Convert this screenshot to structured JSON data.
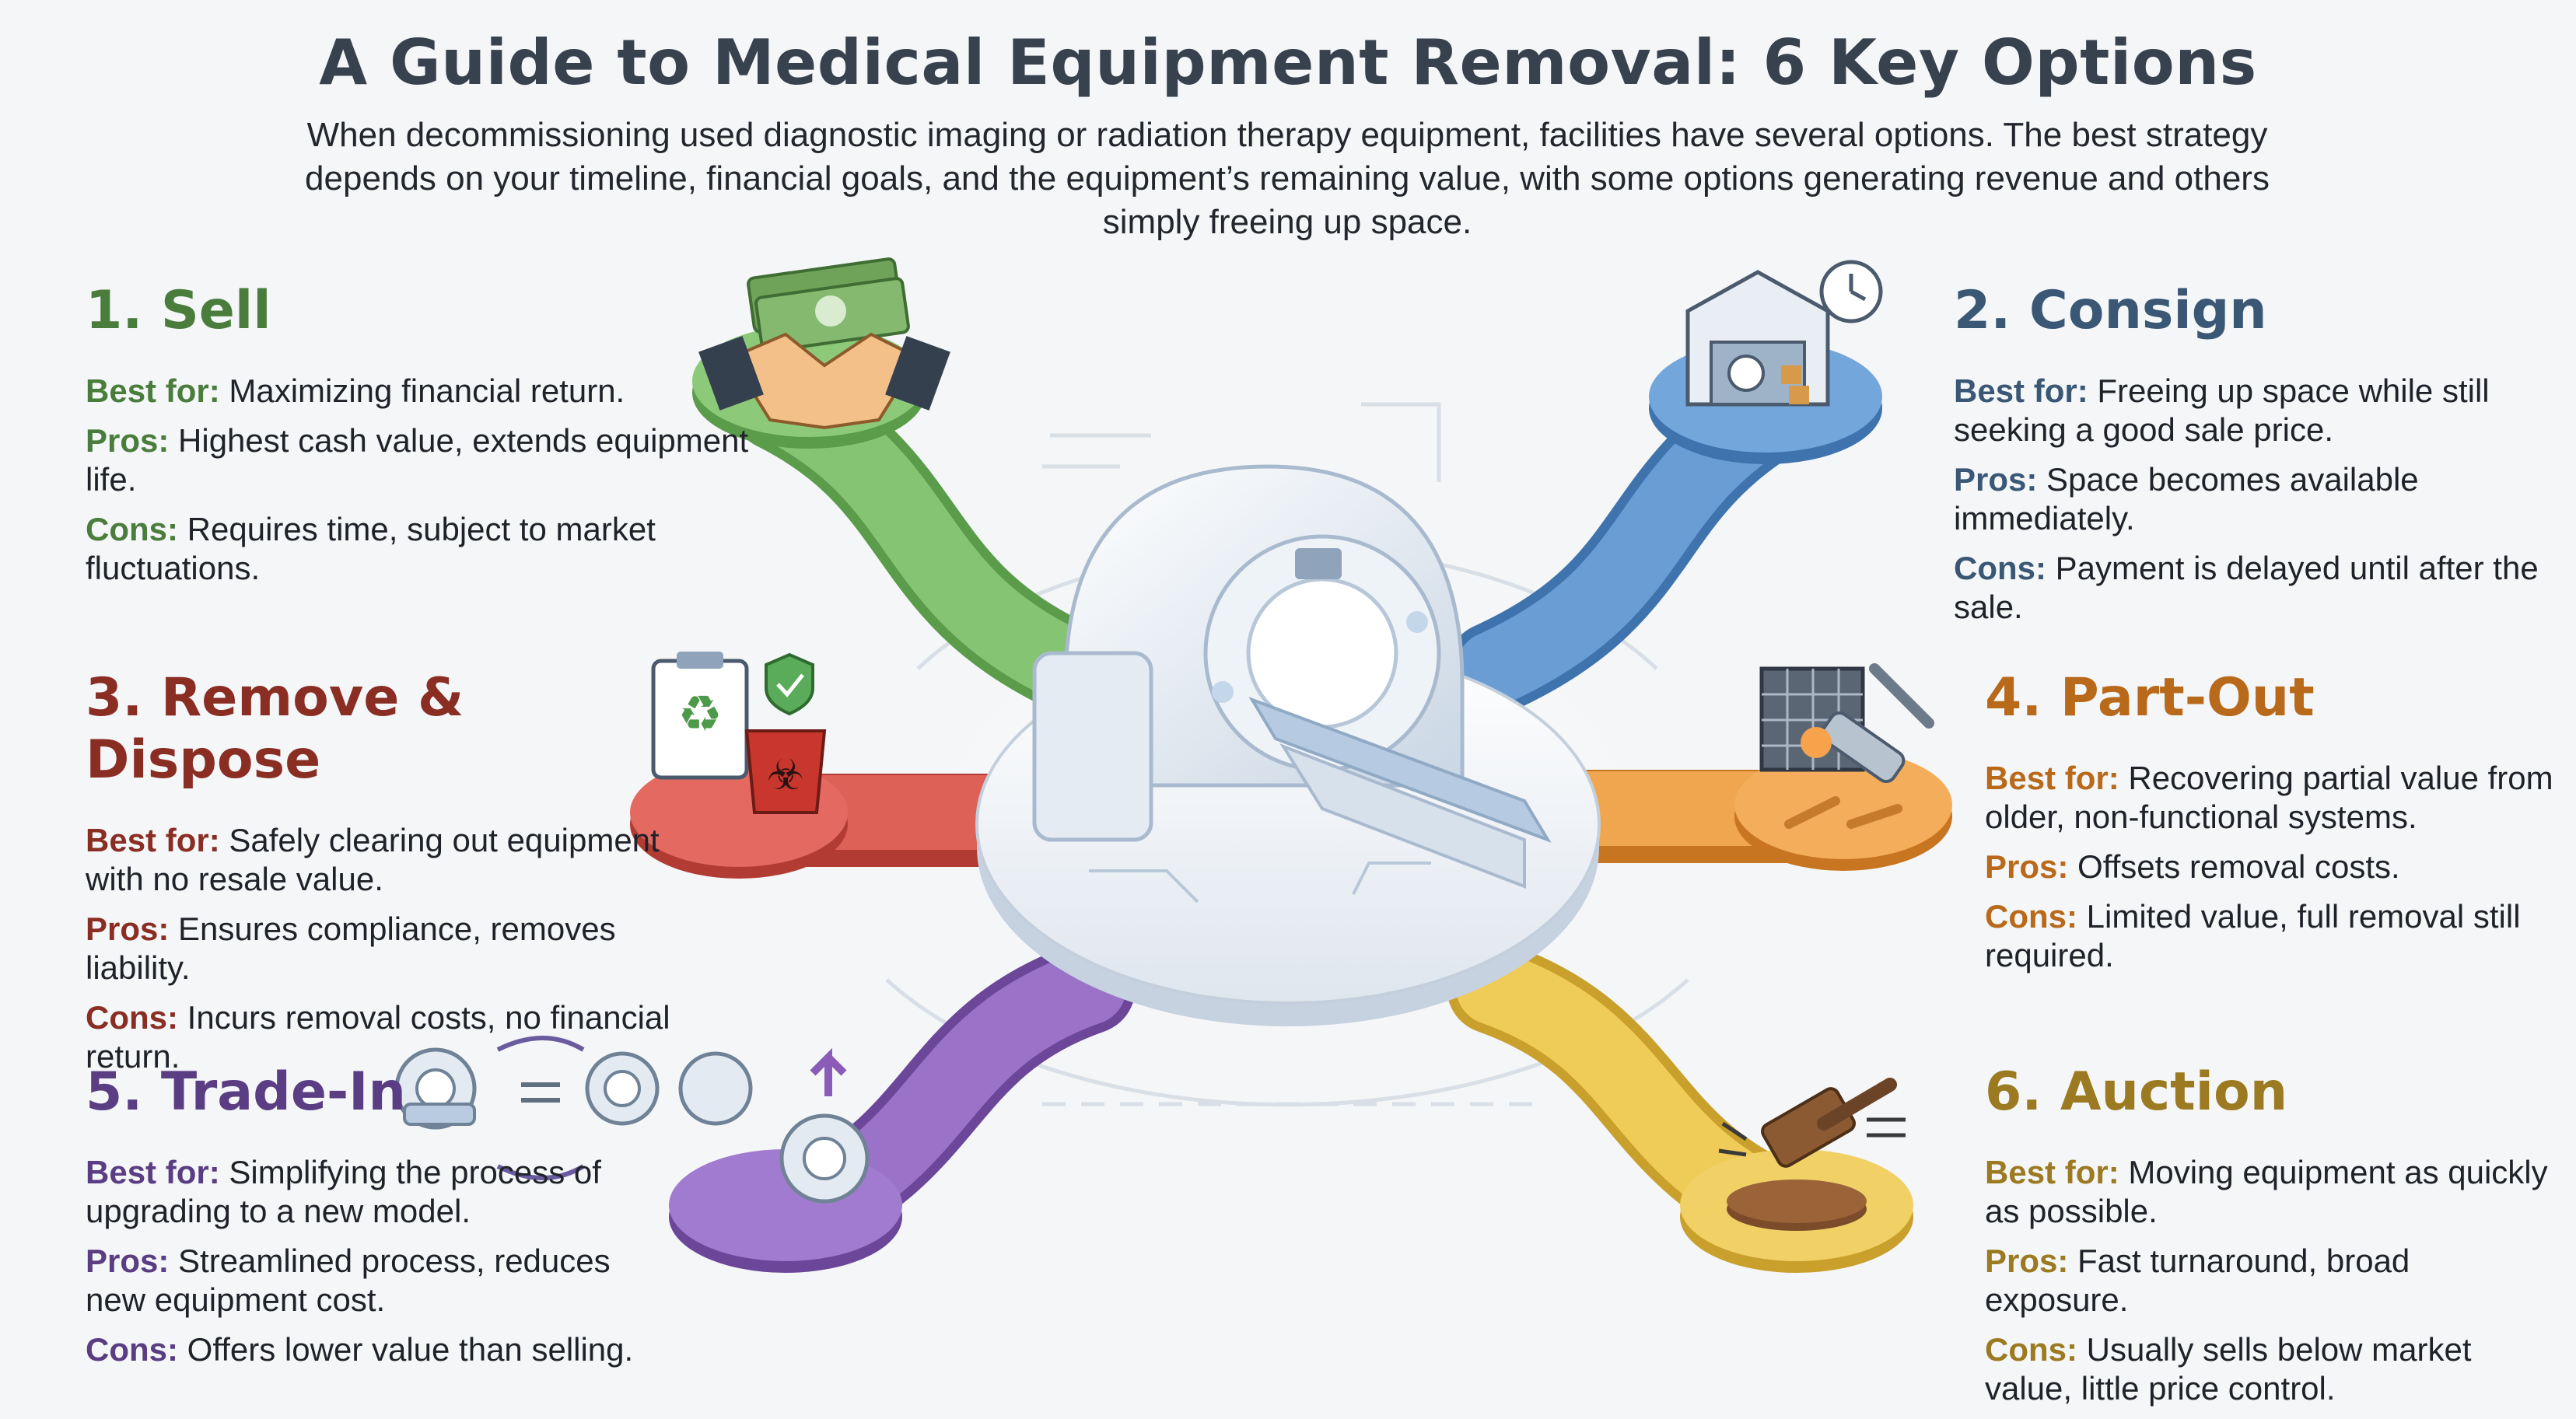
{
  "title": "A Guide to Medical Equipment Removal: 6 Key Options",
  "subtitle": "When decommissioning used diagnostic imaging or radiation therapy equipment, facilities have several options. The best strategy depends on your timeline, financial goals, and the equipment’s remaining value, with some options generating revenue and others simply freeing up space.",
  "labels": {
    "best_for": "Best for:",
    "pros": "Pros:",
    "cons": "Cons:"
  },
  "colors": {
    "sell": "#6fb45c",
    "consign": "#5b8fc9",
    "dispose": "#d2524a",
    "partout": "#ec9a3e",
    "tradein": "#9168c0",
    "auction": "#e9c24a"
  },
  "options": [
    {
      "heading": "1. Sell",
      "best_for": "Maximizing financial return.",
      "pros": "Highest cash value, extends equipment life.",
      "cons": "Requires time, subject to market fluctuations.",
      "icon": "money-handshake-icon"
    },
    {
      "heading": "2. Consign",
      "best_for": "Freeing up space while still seeking a good sale price.",
      "pros": "Space becomes available immediately.",
      "cons": "Payment is delayed until after the sale.",
      "icon": "warehouse-clock-icon"
    },
    {
      "heading": "3. Remove & Dispose",
      "best_for": "Safely clearing out equipment with no resale value.",
      "pros": "Ensures compliance, removes liability.",
      "cons": "Incurs removal costs, no financial return.",
      "icon": "recycle-biohazard-icon"
    },
    {
      "heading": "4. Part-Out",
      "best_for": "Recovering partial value from older, non-functional systems.",
      "pros": "Offsets removal costs.",
      "cons": "Limited value, full removal still required.",
      "icon": "tools-parts-icon"
    },
    {
      "heading": "5. Trade-In",
      "best_for": "Simplifying the process of upgrading to a new model.",
      "pros": "Streamlined process, reduces new equipment cost.",
      "cons": "Offers lower value than selling.",
      "icon": "scanner-swap-icon"
    },
    {
      "heading": "6. Auction",
      "best_for": "Moving equipment as quickly as possible.",
      "pros": "Fast turnaround, broad exposure.",
      "cons": "Usually sells below market value, little price control.",
      "icon": "gavel-icon"
    }
  ]
}
